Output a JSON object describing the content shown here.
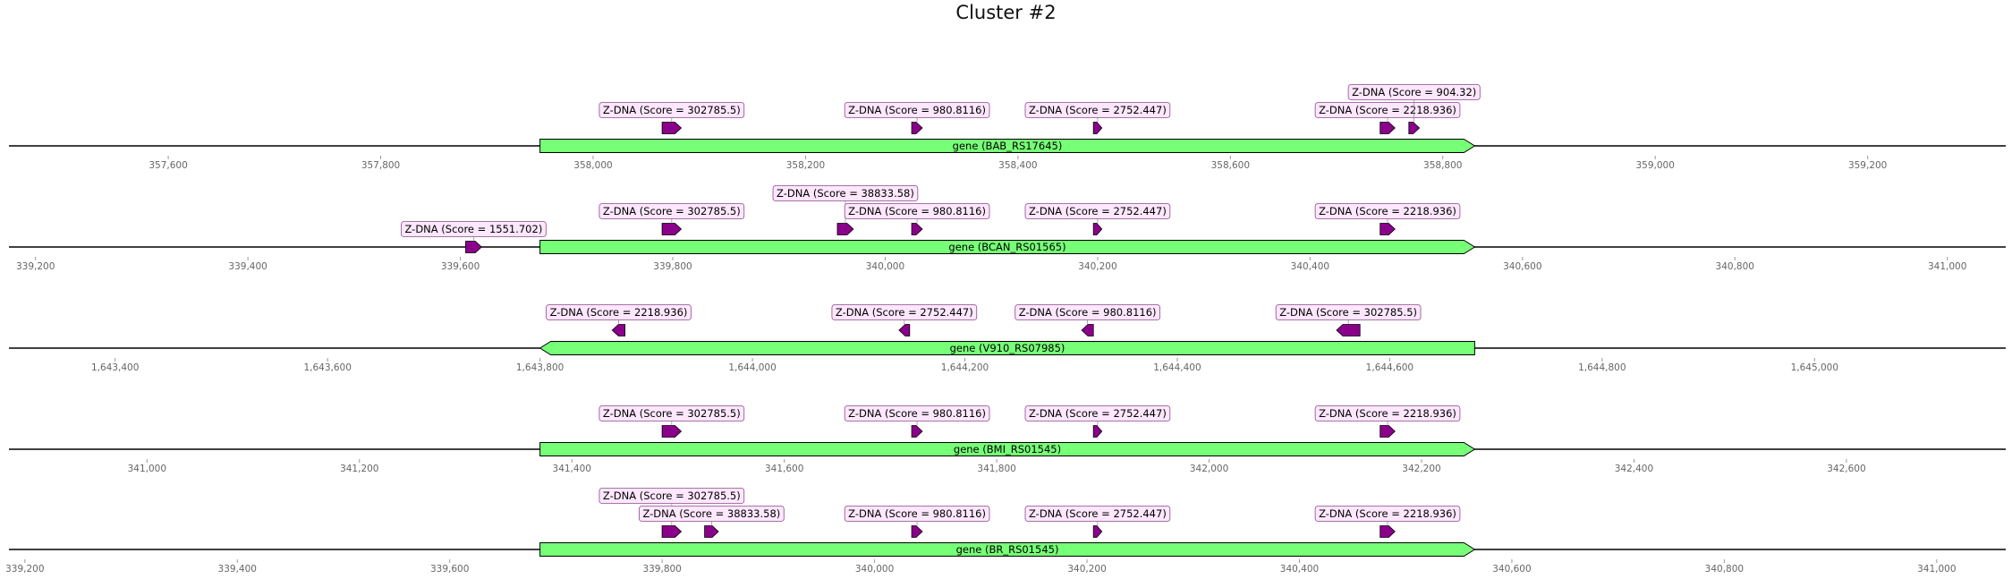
{
  "title": "Cluster #2",
  "colors": {
    "gene_fill": "#77ff77",
    "feature_fill": "#8b008b",
    "label_fill": "#fde7fd",
    "label_stroke": "#8b4a8b",
    "axis": "#000000",
    "tick_text": "#666666"
  },
  "tracks": [
    {
      "range": [
        357450,
        359330
      ],
      "ticks": [
        357600,
        357800,
        358000,
        358200,
        358400,
        358600,
        358800,
        359000,
        359200
      ],
      "tick_labels": [
        "357,600",
        "357,800",
        "358,000",
        "358,200",
        "358,400",
        "358,600",
        "358,800",
        "359,000",
        "359,200"
      ],
      "gene": {
        "start": 357950,
        "end": 358830,
        "strand": 1,
        "label": "gene (BAB_RS17645)"
      },
      "features": [
        {
          "start": 358065,
          "end": 358083,
          "strand": 1,
          "label": "Z-DNA (Score = 302785.5)",
          "level": 1
        },
        {
          "start": 358300,
          "end": 358310,
          "strand": 1,
          "label": "Z-DNA (Score = 980.8116)",
          "level": 1
        },
        {
          "start": 358471,
          "end": 358479,
          "strand": 1,
          "label": "Z-DNA (Score = 2752.447)",
          "level": 1
        },
        {
          "start": 358741,
          "end": 358755,
          "strand": 1,
          "label": "Z-DNA (Score = 2218.936)",
          "level": 1
        },
        {
          "start": 358768,
          "end": 358778,
          "strand": 1,
          "label": "Z-DNA (Score = 904.32)",
          "level": 2
        }
      ]
    },
    {
      "range": [
        339175,
        341055
      ],
      "ticks": [
        339200,
        339400,
        339600,
        339800,
        340000,
        340200,
        340400,
        340600,
        340800,
        341000
      ],
      "tick_labels": [
        "339,200",
        "339,400",
        "339,600",
        "339,800",
        "340,000",
        "340,200",
        "340,400",
        "340,600",
        "340,800",
        "341,000"
      ],
      "gene": {
        "start": 339675,
        "end": 340555,
        "strand": 1,
        "label": "gene (BCAN_RS01565)"
      },
      "features": [
        {
          "start": 339605,
          "end": 339620,
          "strand": 1,
          "label": "Z-DNA (Score = 1551.702)",
          "level": 0
        },
        {
          "start": 339790,
          "end": 339808,
          "strand": 1,
          "label": "Z-DNA (Score = 302785.5)",
          "level": 1
        },
        {
          "start": 339955,
          "end": 339970,
          "strand": 1,
          "label": "Z-DNA (Score = 38833.58)",
          "level": 2
        },
        {
          "start": 340025,
          "end": 340035,
          "strand": 1,
          "label": "Z-DNA (Score = 980.8116)",
          "level": 1
        },
        {
          "start": 340196,
          "end": 340204,
          "strand": 1,
          "label": "Z-DNA (Score = 2752.447)",
          "level": 1
        },
        {
          "start": 340466,
          "end": 340480,
          "strand": 1,
          "label": "Z-DNA (Score = 2218.936)",
          "level": 1
        }
      ]
    },
    {
      "range": [
        1643300,
        1645180
      ],
      "ticks": [
        1643400,
        1643600,
        1643800,
        1644000,
        1644200,
        1644400,
        1644600,
        1644800,
        1645000
      ],
      "tick_labels": [
        "1,643,400",
        "1,643,600",
        "1,643,800",
        "1,644,000",
        "1,644,200",
        "1,644,400",
        "1,644,600",
        "1,644,800",
        "1,645,000"
      ],
      "gene": {
        "start": 1643800,
        "end": 1644680,
        "strand": -1,
        "label": "gene (V910_RS07985)"
      },
      "features": [
        {
          "start": 1643868,
          "end": 1643880,
          "strand": -1,
          "label": "Z-DNA (Score = 2218.936)",
          "level": 1
        },
        {
          "start": 1644138,
          "end": 1644148,
          "strand": -1,
          "label": "Z-DNA (Score = 2752.447)",
          "level": 1
        },
        {
          "start": 1644310,
          "end": 1644321,
          "strand": -1,
          "label": "Z-DNA (Score = 980.8116)",
          "level": 1
        },
        {
          "start": 1644550,
          "end": 1644572,
          "strand": -1,
          "label": "Z-DNA (Score = 302785.5)",
          "level": 1
        }
      ]
    },
    {
      "range": [
        340870,
        342750
      ],
      "ticks": [
        341000,
        341200,
        341400,
        341600,
        341800,
        342000,
        342200,
        342400,
        342600
      ],
      "tick_labels": [
        "341,000",
        "341,200",
        "341,400",
        "341,600",
        "341,800",
        "342,000",
        "342,200",
        "342,400",
        "342,600"
      ],
      "gene": {
        "start": 341370,
        "end": 342250,
        "strand": 1,
        "label": "gene (BMI_RS01545)"
      },
      "features": [
        {
          "start": 341485,
          "end": 341503,
          "strand": 1,
          "label": "Z-DNA (Score = 302785.5)",
          "level": 1
        },
        {
          "start": 341720,
          "end": 341730,
          "strand": 1,
          "label": "Z-DNA (Score = 980.8116)",
          "level": 1
        },
        {
          "start": 341891,
          "end": 341899,
          "strand": 1,
          "label": "Z-DNA (Score = 2752.447)",
          "level": 1
        },
        {
          "start": 342161,
          "end": 342175,
          "strand": 1,
          "label": "Z-DNA (Score = 2218.936)",
          "level": 1
        }
      ]
    },
    {
      "range": [
        339185,
        341065
      ],
      "ticks": [
        339200,
        339400,
        339600,
        339800,
        340000,
        340200,
        340400,
        340600,
        340800,
        341000
      ],
      "tick_labels": [
        "339,200",
        "339,400",
        "339,600",
        "339,800",
        "340,000",
        "340,200",
        "340,400",
        "340,600",
        "340,800",
        "341,000"
      ],
      "gene": {
        "start": 339685,
        "end": 340565,
        "strand": 1,
        "label": "gene (BR_RS01545)"
      },
      "features": [
        {
          "start": 339800,
          "end": 339818,
          "strand": 1,
          "label": "Z-DNA (Score = 302785.5)",
          "level": 2
        },
        {
          "start": 339840,
          "end": 339853,
          "strand": 1,
          "label": "Z-DNA (Score = 38833.58)",
          "level": 1
        },
        {
          "start": 340035,
          "end": 340045,
          "strand": 1,
          "label": "Z-DNA (Score = 980.8116)",
          "level": 1
        },
        {
          "start": 340206,
          "end": 340214,
          "strand": 1,
          "label": "Z-DNA (Score = 2752.447)",
          "level": 1
        },
        {
          "start": 340476,
          "end": 340490,
          "strand": 1,
          "label": "Z-DNA (Score = 2218.936)",
          "level": 1
        }
      ]
    }
  ]
}
